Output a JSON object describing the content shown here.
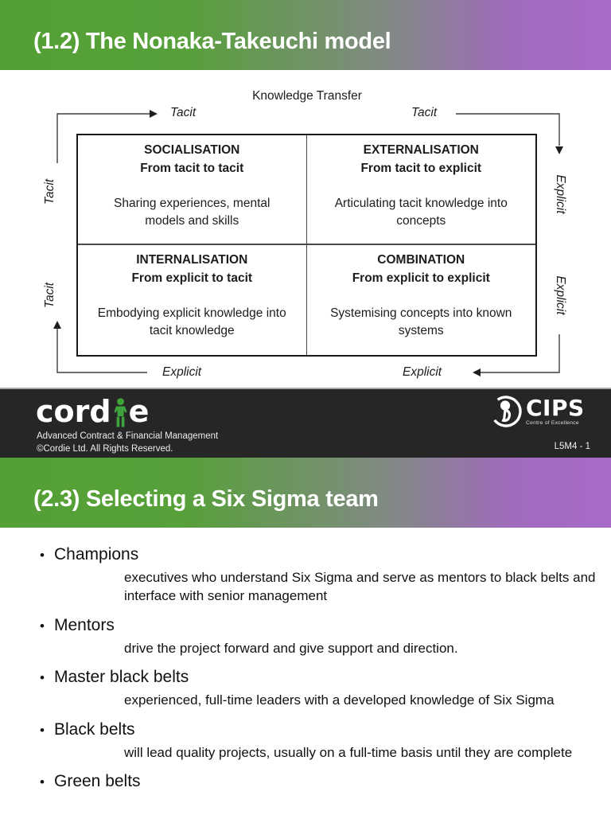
{
  "colors": {
    "header_green": "#54a035",
    "header_purple": "#a96ac9",
    "footer_bg": "#262626",
    "logo_green": "#3fa33c"
  },
  "slide1": {
    "title": "(1.2) The Nonaka-Takeuchi model",
    "diagram": {
      "title": "Knowledge Transfer",
      "top_left_label": "Tacit",
      "top_right_label": "Tacit",
      "bottom_left_label": "Explicit",
      "bottom_right_label": "Explicit",
      "left_top_label": "Tacit",
      "left_bottom_label": "Tacit",
      "right_top_label": "Explicit",
      "right_bottom_label": "Explicit",
      "quadrants": [
        {
          "name": "SOCIALISATION",
          "subtitle": "From tacit to tacit",
          "description": "Sharing experiences, mental models and skills"
        },
        {
          "name": "EXTERNALISATION",
          "subtitle": "From tacit to explicit",
          "description": "Articulating tacit knowledge into concepts"
        },
        {
          "name": "INTERNALISATION",
          "subtitle": "From explicit to tacit",
          "description": "Embodying explicit knowledge into tacit knowledge"
        },
        {
          "name": "COMBINATION",
          "subtitle": "From explicit to explicit",
          "description": "Systemising concepts into known systems"
        }
      ]
    },
    "footer": {
      "logo_part1": "cord",
      "logo_part2": "e",
      "line1": "Advanced Contract & Financial Management",
      "line2": "©Cordie Ltd. All Rights Reserved.",
      "cips_word": "CIPS",
      "cips_sub": "Centre of Excellence",
      "page_ref": "L5M4 -  1"
    }
  },
  "slide2": {
    "title": "(2.3) Selecting a Six Sigma team",
    "bullets": [
      {
        "term": "Champions",
        "description": "executives who understand Six Sigma and serve as mentors to black belts and interface with senior management"
      },
      {
        "term": "Mentors",
        "description": "drive the project forward and give support and direction."
      },
      {
        "term": "Master black belts",
        "description": "experienced, full-time leaders with a developed knowledge of Six Sigma"
      },
      {
        "term": "Black belts",
        "description": "will lead quality projects, usually on a full-time basis until they are complete"
      },
      {
        "term": "Green belts",
        "description": ""
      }
    ]
  }
}
